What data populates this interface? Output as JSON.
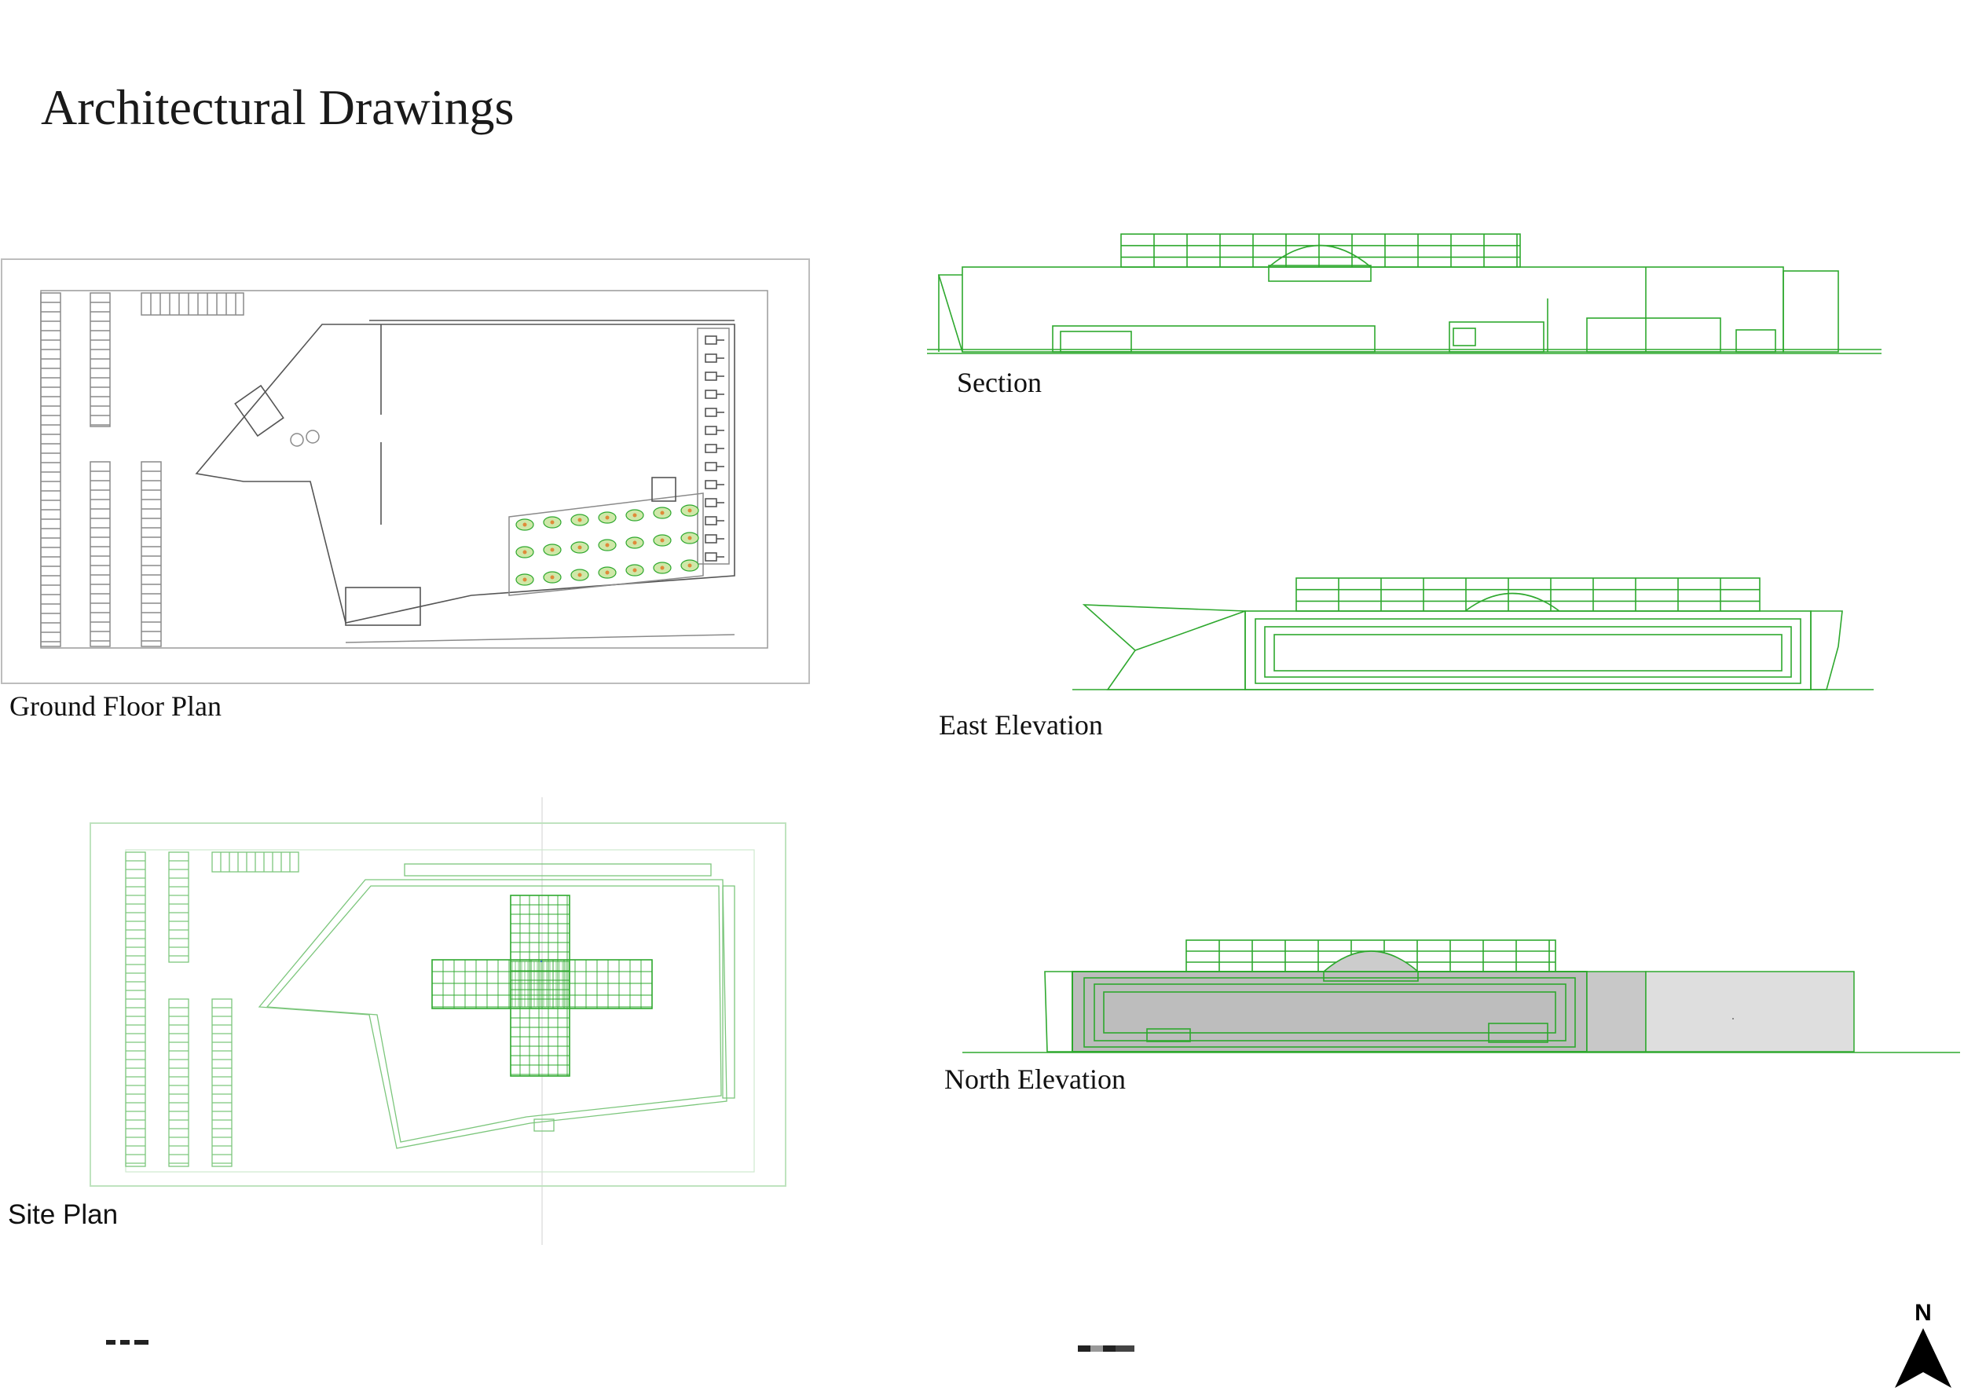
{
  "page": {
    "title": "Architectural Drawings",
    "accent_color": "#2ea82e",
    "line_color_gray": "#8a8a8a"
  },
  "drawings": [
    {
      "id": "ground-floor-plan",
      "label": "Ground Floor Plan"
    },
    {
      "id": "site-plan",
      "label": "Site Plan"
    },
    {
      "id": "section",
      "label": "Section"
    },
    {
      "id": "east-elevation",
      "label": "East Elevation"
    },
    {
      "id": "north-elevation",
      "label": "North Elevation"
    }
  ],
  "north_arrow": {
    "letter": "N",
    "icon": "north-arrow-icon"
  },
  "scale_bars": [
    {
      "icon": "scale-bar-icon"
    },
    {
      "icon": "scale-bar-icon"
    }
  ]
}
